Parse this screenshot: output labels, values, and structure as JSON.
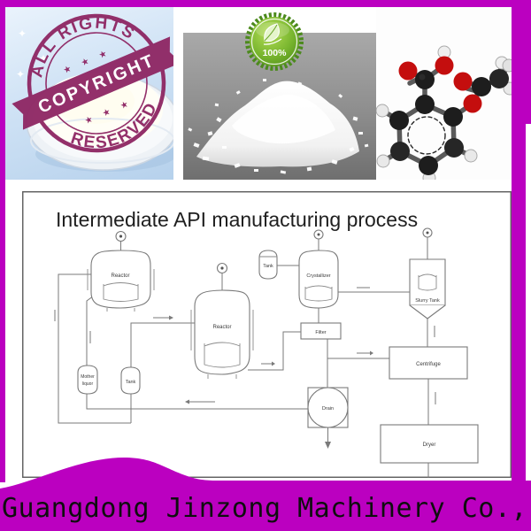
{
  "frame": {
    "color": "#bb00c0"
  },
  "stamp": {
    "top": "ALL RIGHTS",
    "middle": "COPYRIGHT",
    "bottom": "RESERVED",
    "stars_top": "★ ★ ★",
    "stars_bottom": "★ ★ ★",
    "color": "#8e2663"
  },
  "badge": {
    "percent": "100%"
  },
  "diagram": {
    "title": "Intermediate API manufacturing process",
    "labels": {
      "reactor1": "Reactor",
      "feed_tank": "Tank",
      "reactor2": "Reactor",
      "crystallizer": "Crystallizer",
      "slurry_tank": "Slurry Tank",
      "filter": "Filter",
      "centrifuge": "Centrifuge",
      "drain": "Drain",
      "dryer": "Dryer",
      "mother_liquor_line1": "Mother",
      "mother_liquor_line2": "liquor",
      "tank": "Tank"
    }
  },
  "footer": {
    "company": "Guangdong Jinzong Machinery Co.,"
  }
}
